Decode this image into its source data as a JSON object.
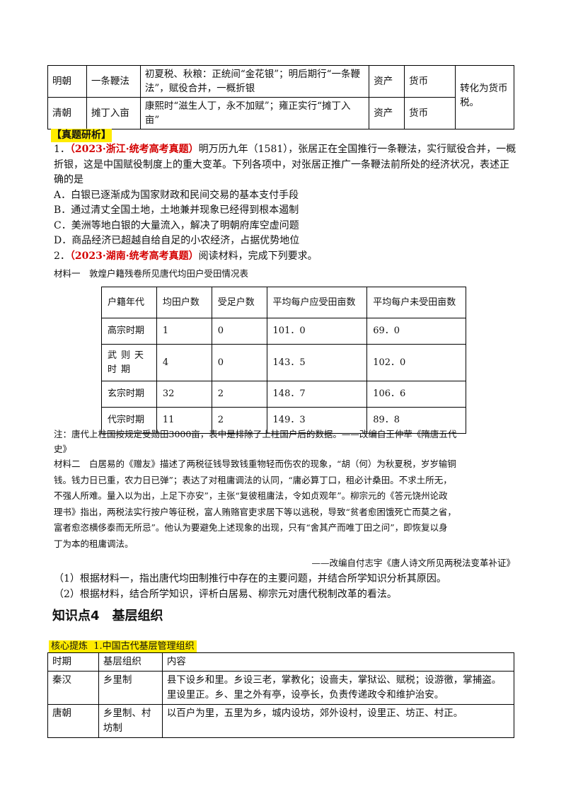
{
  "tax_table": {
    "rows": [
      {
        "dynasty": "明朝",
        "name": "一条鞭法",
        "content": "初夏税、秋粮：正统间“金花银”；明后期行“一条鞭法”，赋役合并，一概折银",
        "basis": "资产",
        "form": "货币"
      },
      {
        "dynasty": "清朝",
        "name": "摊丁入亩",
        "content": "康熙时“滋生人丁，永不加赋”；雍正实行“摊丁入亩”",
        "basis": "资产",
        "form": "货币"
      }
    ],
    "merged_note": "转化为货币税。"
  },
  "section_tag": "【真题研析】",
  "q1": {
    "num": "1．",
    "source": "（2023·浙江·统考高考真题）",
    "stem_line1": "明万历九年（1581），张居正在全国推行一条鞭法，实行赋役合并，一概",
    "stem_line2": "折银，这是中国赋役制度上的重大变革。下列各项中，对张居正推广一条鞭法前所处的经济状况，表述正",
    "stem_line3": "确的是",
    "options": [
      "A．白银已逐渐成为国家财政和民间交易的基本支付手段",
      "B．通过清丈全国土地，土地兼并现象已经得到根本遏制",
      "C．美洲等地白银的大量流入，解决了明朝府库空虚问题",
      "D．商品经济已超越自给自足的小农经济，占据优势地位"
    ]
  },
  "q2": {
    "num": "2．",
    "source": "（2023·湖南·统考高考真题）",
    "stem": "阅读材料，完成下列要求。",
    "material1_title": "材料一　敦煌户籍残卷所见唐代均田户受田情况表",
    "land_table": {
      "headers": [
        "户籍年代",
        "均田户数",
        "受足户数",
        "平均每户应受田亩数",
        "平均每户未受田亩数"
      ],
      "rows": [
        [
          "高宗时期",
          "1",
          "0",
          "101．0",
          "69．0"
        ],
        [
          "武则天时期",
          "4",
          "0",
          "143．5",
          "102．0"
        ],
        [
          "玄宗时期",
          "32",
          "2",
          "148．7",
          "106．6"
        ],
        [
          "代宗时期",
          "11",
          "2",
          "149．3",
          "89．8"
        ]
      ]
    },
    "note_line1": "注：唐代上柱国按规定受勋田3000亩，表中是排除了上柱国户后的数据。——改编自王仲荦《隋唐五代",
    "note_line2": "史》",
    "material2_lines": [
      "材料二　白居易的《赠友》描述了两税征钱导致钱重物轻而伤农的现象，“胡（何）为秋夏税，岁岁输铜",
      "钱。钱力日已重，农力日已弹”；表达了对租庸调法的认同，“庸必算丁口，租必计桑田。不求土所无，",
      "不强人所难。量入以为出，上足下亦安”，主张“复彼租庸法，令如贞观年”。柳宗元的《答元饶州论政",
      "理书》指出，两税法实行按户等征税，富人贿赂官吏求居下等以逃税，导致“贫者愈困饿死亡而莫之省，",
      "富者愈恣横侈泰而无所忌”。他认为要避免上述现象的出现，只有“舍其产而唯丁田之问”，即恢复以身",
      "丁为本的租庸调法。"
    ],
    "material2_source": "——改编自付志宇《唐人诗文所见两税法变革补证》",
    "tasks": [
      "（1）根据材料一，指出唐代均田制推行中存在的主要问题，并结合所学知识分析其原因。",
      "（2）根据材料，结合所学知识，评析白居易、柳宗元对唐代税制改革的看法。"
    ]
  },
  "knowledge": {
    "heading": "知识点4　基层组织",
    "core_label": "核心提炼",
    "core_title": "1.中国古代基层管理组织",
    "org_table": {
      "headers": [
        "时期",
        "基层组织",
        "内容"
      ],
      "rows": [
        {
          "period": "秦汉",
          "org": "乡里制",
          "content": "县下设乡和里。乡设三老，掌教化；设啬夫，掌狱讼、赋税；设游徼，掌捕盗。里设里正。乡、里之外有亭，设亭长，负责传递政令和维护治安。"
        },
        {
          "period": "唐朝",
          "org": "乡里制、村坊制",
          "content": "以百户为里，五里为乡，城内设坊，郊外设村，设里正、坊正、村正。"
        }
      ]
    }
  }
}
